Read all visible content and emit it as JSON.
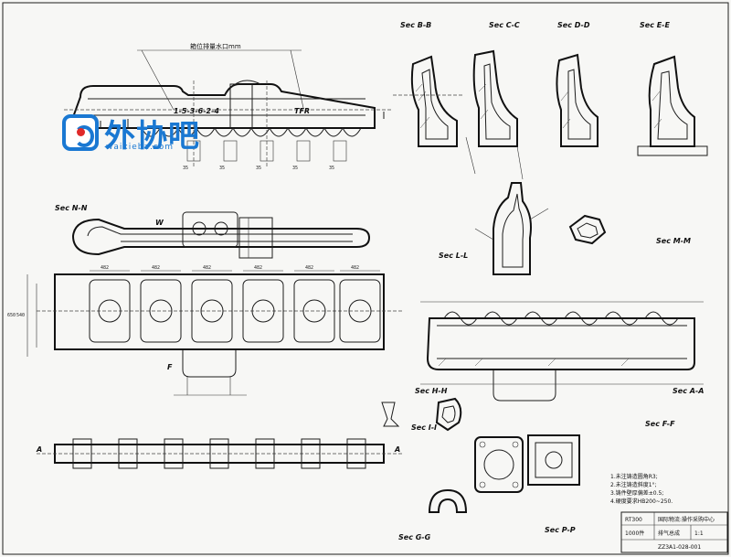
{
  "watermark": {
    "brand": "外协吧",
    "url": "waixieba.com",
    "brand_color": "#1a78d2",
    "dot_color": "#e02a2a"
  },
  "labels": {
    "top_note": "箱位排量水口mm",
    "firing_order": "1-5-3-6-2-4",
    "tfr": "TFR",
    "sec_bb": "Sec B-B",
    "sec_cc": "Sec C-C",
    "sec_dd": "Sec D-D",
    "sec_ee": "Sec E-E",
    "sec_nn": "Sec N-N",
    "view_w": "W",
    "sec_ll": "Sec L-L",
    "sec_mm": "Sec M-M",
    "sec_aa": "Sec A-A",
    "sec_hh": "Sec H-H",
    "sec_ii": "Sec I-I",
    "sec_ff": "Sec F-F",
    "sec_gg": "Sec G-G",
    "sec_pp": "Sec P-P",
    "mark_a": "A",
    "mark_f": "F"
  },
  "notes": [
    "1.未注铸造圆角R3;",
    "2.未注铸造斜度1°;",
    "3.铸件壁厚偏差±0.5;",
    "4.硬度要求HB200~250."
  ],
  "title_block": {
    "material": "RT300",
    "org": "国际物流:操作采购中心",
    "part_name": "排气总成",
    "drawing_no": "ZZ3A1-028-001",
    "scale": "1:1",
    "qty": "1000件"
  }
}
